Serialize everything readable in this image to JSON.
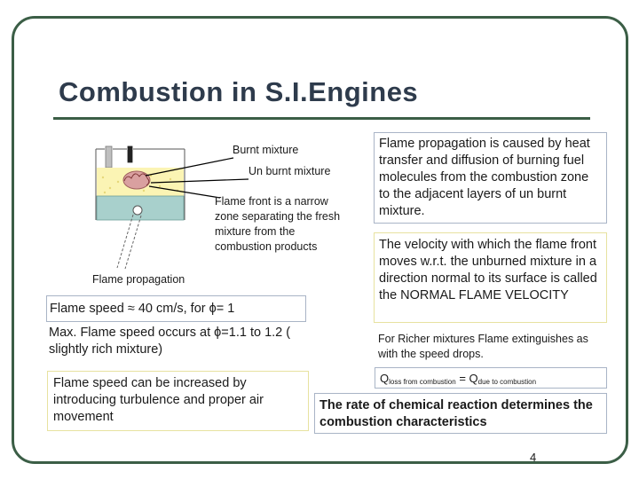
{
  "title": "Combustion in S.I.Engines",
  "diagram": {
    "burnt_label": "Burnt mixture",
    "unburnt_label": "Un burnt mixture",
    "flame_front_label": "Flame front is a narrow zone separating the fresh mixture from the combustion products",
    "propagation_label": "Flame propagation"
  },
  "left": {
    "speed_prefix": "Flame speed",
    "speed_approx": " ≈ 40 cm/s, for ",
    "phi": "ϕ",
    "speed_suffix": "= 1",
    "max_prefix": "Max. Flame speed occurs at ",
    "max_suffix": "=1.1 to 1.2 ( slightly rich mixture)",
    "increase_text": "Flame speed can be increased by introducing turbulence and proper air movement"
  },
  "right": {
    "caused_text": "Flame propagation is caused by heat transfer and diffusion of burning fuel molecules from the combustion zone to the adjacent layers of un burnt mixture.",
    "velocity_text": "The velocity with which the flame front moves w.r.t. the unburned mixture in a direction normal to its surface is called the NORMAL FLAME VELOCITY",
    "richer_text": "For Richer mixtures Flame extinguishes as with the speed drops.",
    "q_loss": "Q",
    "q_loss_sub": "loss from combustion",
    "equals": " = Q",
    "q_due_sub": "due to combustion",
    "rate_text": "The rate of chemical reaction determines the combustion characteristics"
  },
  "page_number": "4",
  "colors": {
    "frame": "#3b5e46",
    "title": "#2e3b4c",
    "blue_border": "#a9b4c6",
    "yellow_border": "#e7e2a0",
    "unburnt": "#fbf4b4",
    "cylinder": "#a8d0cc",
    "burnt": "#d9a0a0"
  }
}
